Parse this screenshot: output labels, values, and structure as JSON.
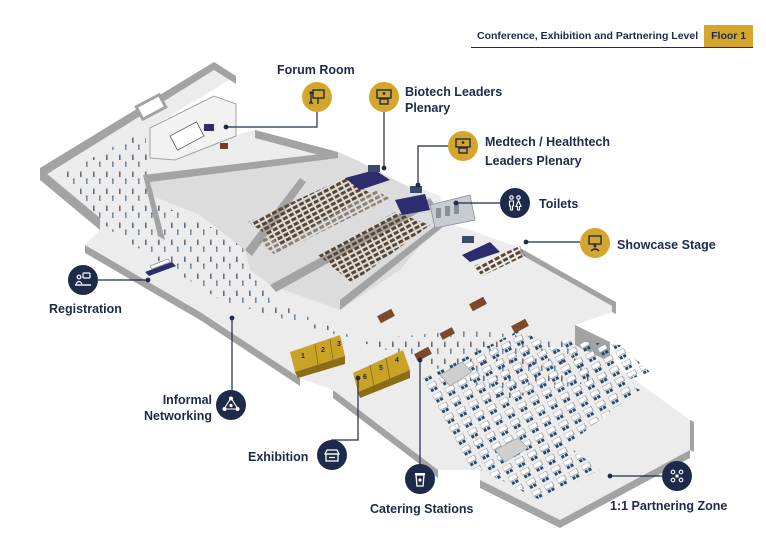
{
  "header": {
    "title": "Conference, Exhibition and Partnering Level",
    "floor": "Floor 1"
  },
  "labels": {
    "forum_room": "Forum Room",
    "biotech_line1": "Biotech Leaders",
    "biotech_line2": "Plenary",
    "medtech_line1": "Medtech / Healthtech",
    "medtech_line2": "Leaders Plenary",
    "toilets": "Toilets",
    "showcase_stage": "Showcase Stage",
    "registration": "Registration",
    "informal_line1": "Informal",
    "informal_line2": "Networking",
    "exhibition": "Exhibition",
    "catering_stations": "Catering Stations",
    "partnering_zone": "1:1 Partnering Zone"
  },
  "booths": [
    "1",
    "2",
    "3",
    "4",
    "5",
    "6"
  ],
  "colors": {
    "navy": "#1e2a4a",
    "gold": "#d4a72c",
    "floor": "#ececec",
    "wall": "#a3a3a3",
    "stage": "#2c2c6e"
  },
  "icons": {
    "forum_room": "presenter-board-icon",
    "biotech": "podium-screen-icon",
    "medtech": "podium-screen-icon",
    "toilets": "people-restroom-icon",
    "showcase": "presenter-board-icon",
    "registration": "desk-speech-icon",
    "informal": "network-nodes-icon",
    "exhibition": "booth-stand-icon",
    "catering": "coffee-cup-icon",
    "partnering": "meeting-group-icon"
  }
}
